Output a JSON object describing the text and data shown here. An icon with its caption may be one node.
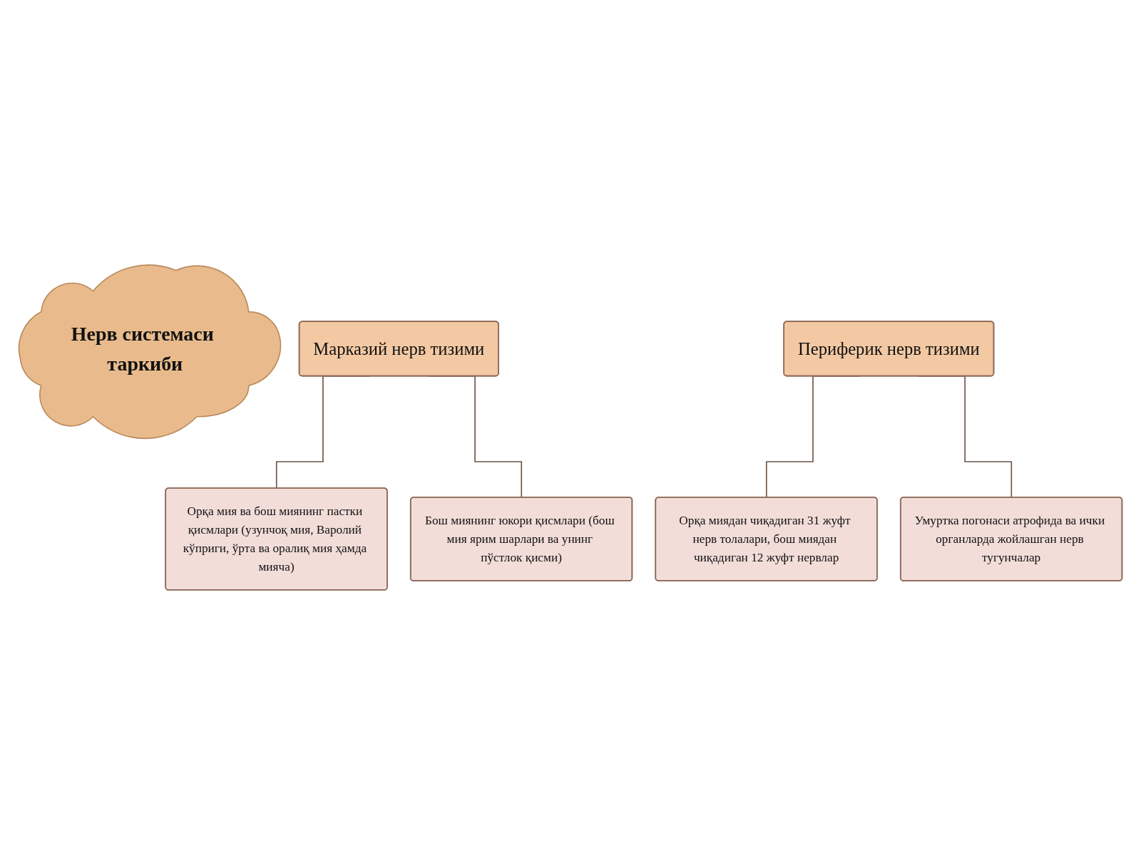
{
  "diagram": {
    "nodes": [
      {
        "text": [
          "Нерв системаси таркиби"
        ]
      },
      {
        "text": [
          "Марказий нерв тизими"
        ]
      },
      {
        "text": [
          "Периферик нерв тизими"
        ]
      },
      {
        "text": [
          "Орқа мия ва бош миянинг пастки қисмлари (узунчоқ мия, Варолий кўприги, ўрта ва оралиқ мия ҳамда мияча)"
        ]
      },
      {
        "text": [
          "Бош миянинг юкори қисмлари (бош мия ярим шарлари ва унинг пўстлок қисми)"
        ]
      },
      {
        "text": [
          "Орқа миядан чиқадиган 31 жуфт нерв толалари, бош миядан чиқадиган 12 жуфт нервлар"
        ]
      },
      {
        "text": [
          "Умуртка погонаси атрофида ва ички органларда жойлашган нерв тугунчалар"
        ]
      }
    ],
    "edges": [
      {
        "from": 1,
        "to": 3,
        "arrow": "none"
      },
      {
        "from": 1,
        "to": 4,
        "arrow": "none"
      },
      {
        "from": 2,
        "to": 5,
        "arrow": "none"
      },
      {
        "from": 2,
        "to": 6,
        "arrow": "none"
      }
    ]
  }
}
